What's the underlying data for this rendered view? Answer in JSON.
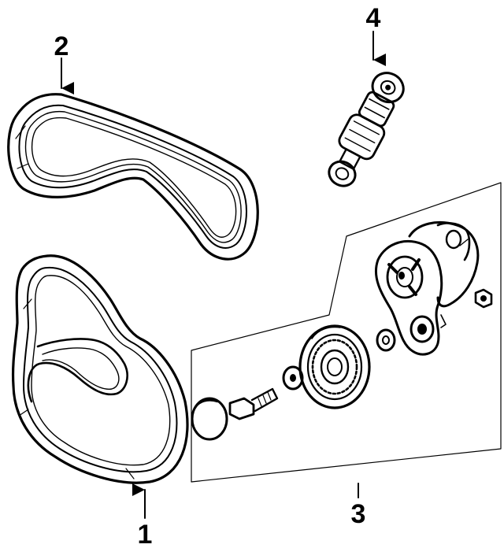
{
  "callouts": {
    "c1": "1",
    "c2": "2",
    "c3": "3",
    "c4": "4"
  },
  "colors": {
    "ink": "#000000",
    "paper": "#ffffff"
  },
  "parts": [
    "serpentine-belt-1",
    "serpentine-belt-2",
    "tensioner-assembly-3",
    "shock-absorber-4"
  ]
}
